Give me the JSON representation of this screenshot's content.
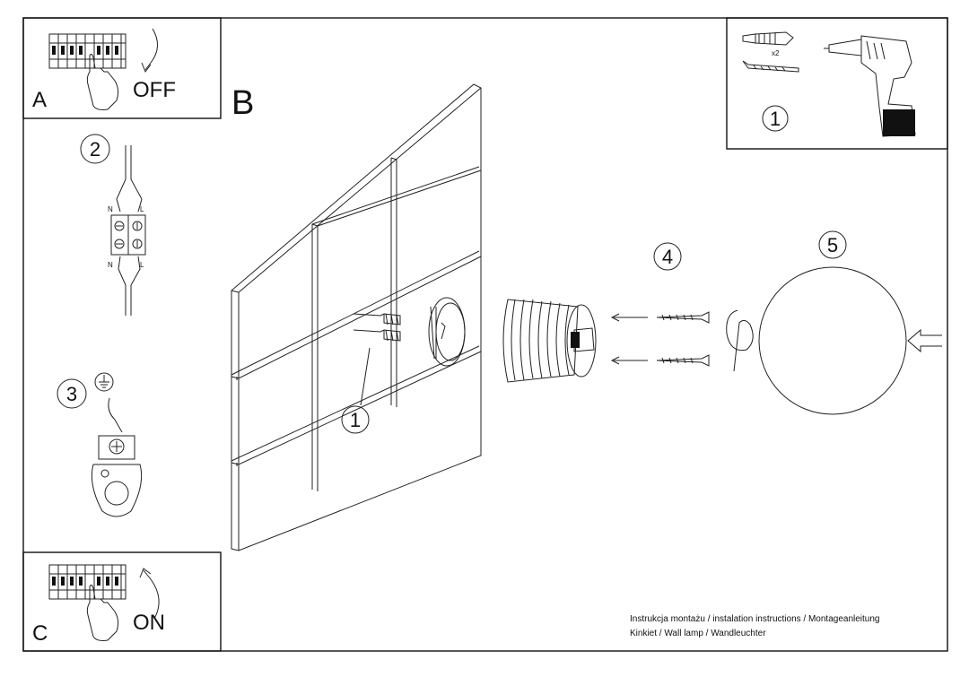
{
  "panels": {
    "a": {
      "letter": "A",
      "state": "OFF"
    },
    "b": {
      "letter": "B"
    },
    "c": {
      "letter": "C",
      "state": "ON"
    }
  },
  "steps": {
    "s1_tools": "1",
    "s1_wall": "1",
    "s2": "2",
    "s3": "3",
    "s4": "4",
    "s5": "5"
  },
  "labels": {
    "dowel_count": "x2",
    "wire_n_top": "N",
    "wire_l_top": "L",
    "wire_n_bottom": "N",
    "wire_l_bottom": "L"
  },
  "caption": {
    "line1": "Instrukcja montażu / instalation instructions / Montageanleitung",
    "line2": "Kinkiet / Wall lamp / Wandleuchter"
  }
}
